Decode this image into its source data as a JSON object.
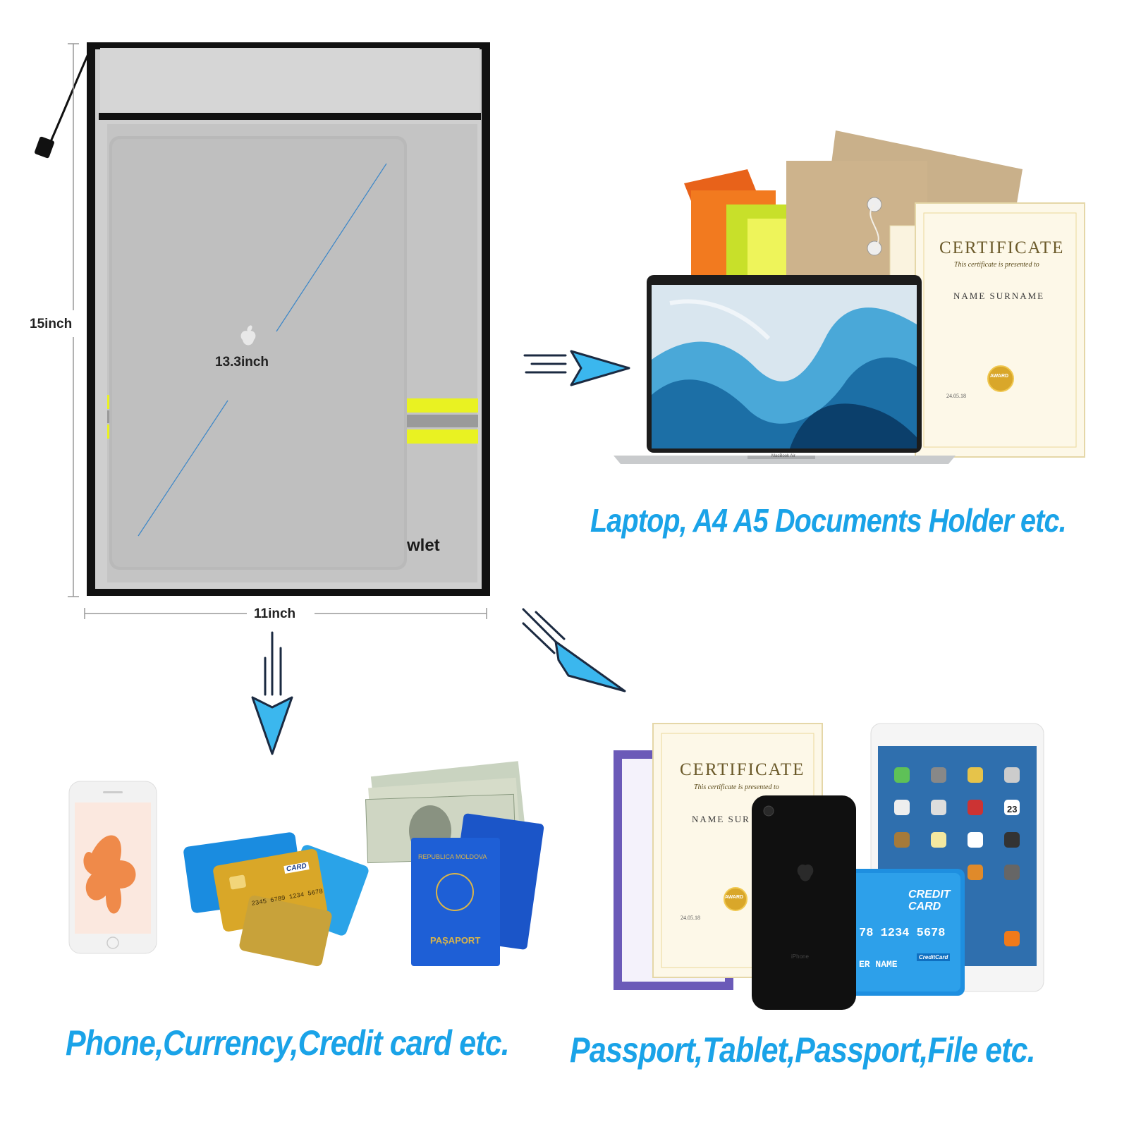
{
  "bag": {
    "brand_fragment": "wlet",
    "height_label": "15inch",
    "width_label": "11inch",
    "laptop_size_label": "13.3inch"
  },
  "panels": {
    "top_right": {
      "caption": "Laptop, A4 A5 Documents Holder etc.",
      "certificate": {
        "title": "CERTIFICATE",
        "subtitle": "This certificate is presented to",
        "name": "NAME SURNAME",
        "date": "24.05.18",
        "badge": "AWARD"
      },
      "laptop_model": "MacBook Air"
    },
    "bottom_left": {
      "caption": "Phone,Currency,Credit card etc.",
      "card_label": "CARD",
      "card_number": "2345 6789 1234 5678",
      "passport_issuer": "REPUBLICA MOLDOVA",
      "passport_label": "PAȘAPORT"
    },
    "bottom_right": {
      "caption": "Passport,Tablet,Passport,File etc.",
      "certificate": {
        "title": "CERTIFICATE",
        "subtitle": "This certificate is presented to",
        "name": "NAME SUR",
        "date": "24.05.18",
        "badge": "AWARD"
      },
      "credit_card_title": "CREDIT CARD",
      "credit_card_number": "78 1234 5678",
      "credit_card_holder": "ER NAME",
      "credit_card_brand": "CreditCard",
      "phone_model": "iPhone",
      "calendar_day": "23"
    }
  },
  "colors": {
    "caption_blue": "#1aa3e8",
    "arrow_blue": "#3bb7ee",
    "arrow_outline": "#1b2a41",
    "bag_silver": "#c9c9c9",
    "bag_border": "#111111",
    "reflective_yellow": "#e9f222"
  }
}
